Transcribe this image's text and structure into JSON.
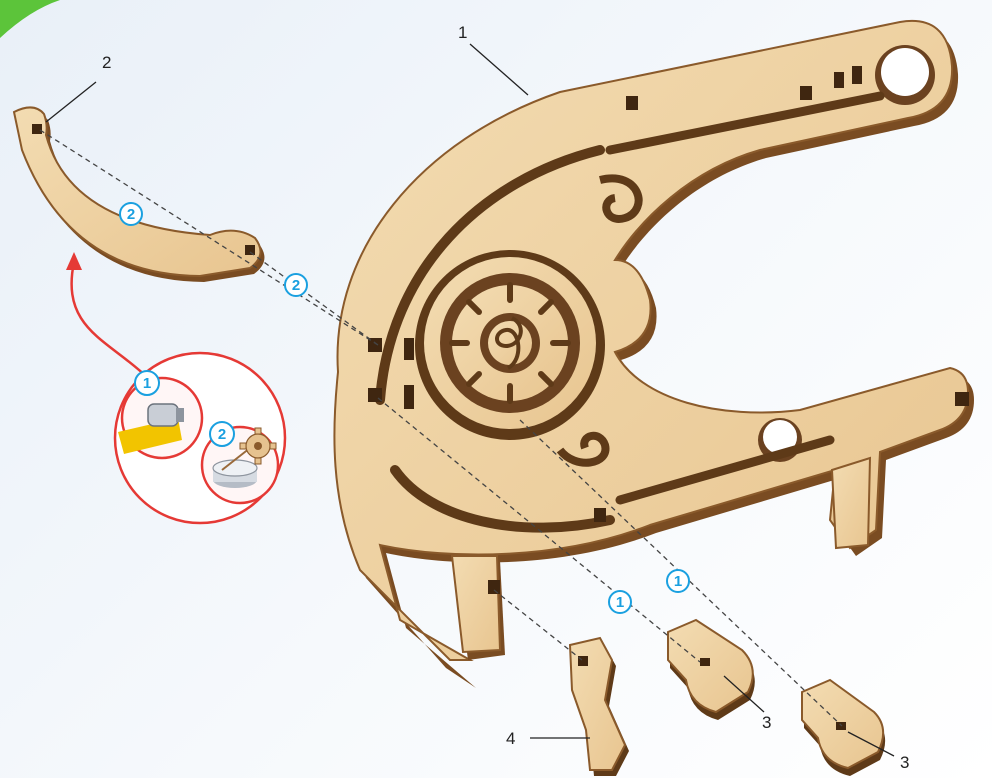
{
  "part_labels": {
    "part_1": "1",
    "part_2": "2",
    "part_3a": "3",
    "part_3b": "3",
    "part_4": "4"
  },
  "step_badges": {
    "step_2_upper": "2",
    "step_2_lower": "2",
    "step_1_right": "1",
    "step_1_left": "1",
    "hint_step_1": "1",
    "hint_step_2": "2"
  },
  "colors": {
    "wood_face": "#efd2a3",
    "wood_edge": "#8a5a2b",
    "wood_dark": "#5e3a18",
    "step_badge": "#1aa0e0",
    "hint_circle": "#e53935",
    "corner_accent": "#5cc43a"
  },
  "icons": [
    "glue-tube-icon",
    "glue-cup-icon",
    "gear-part-icon"
  ]
}
